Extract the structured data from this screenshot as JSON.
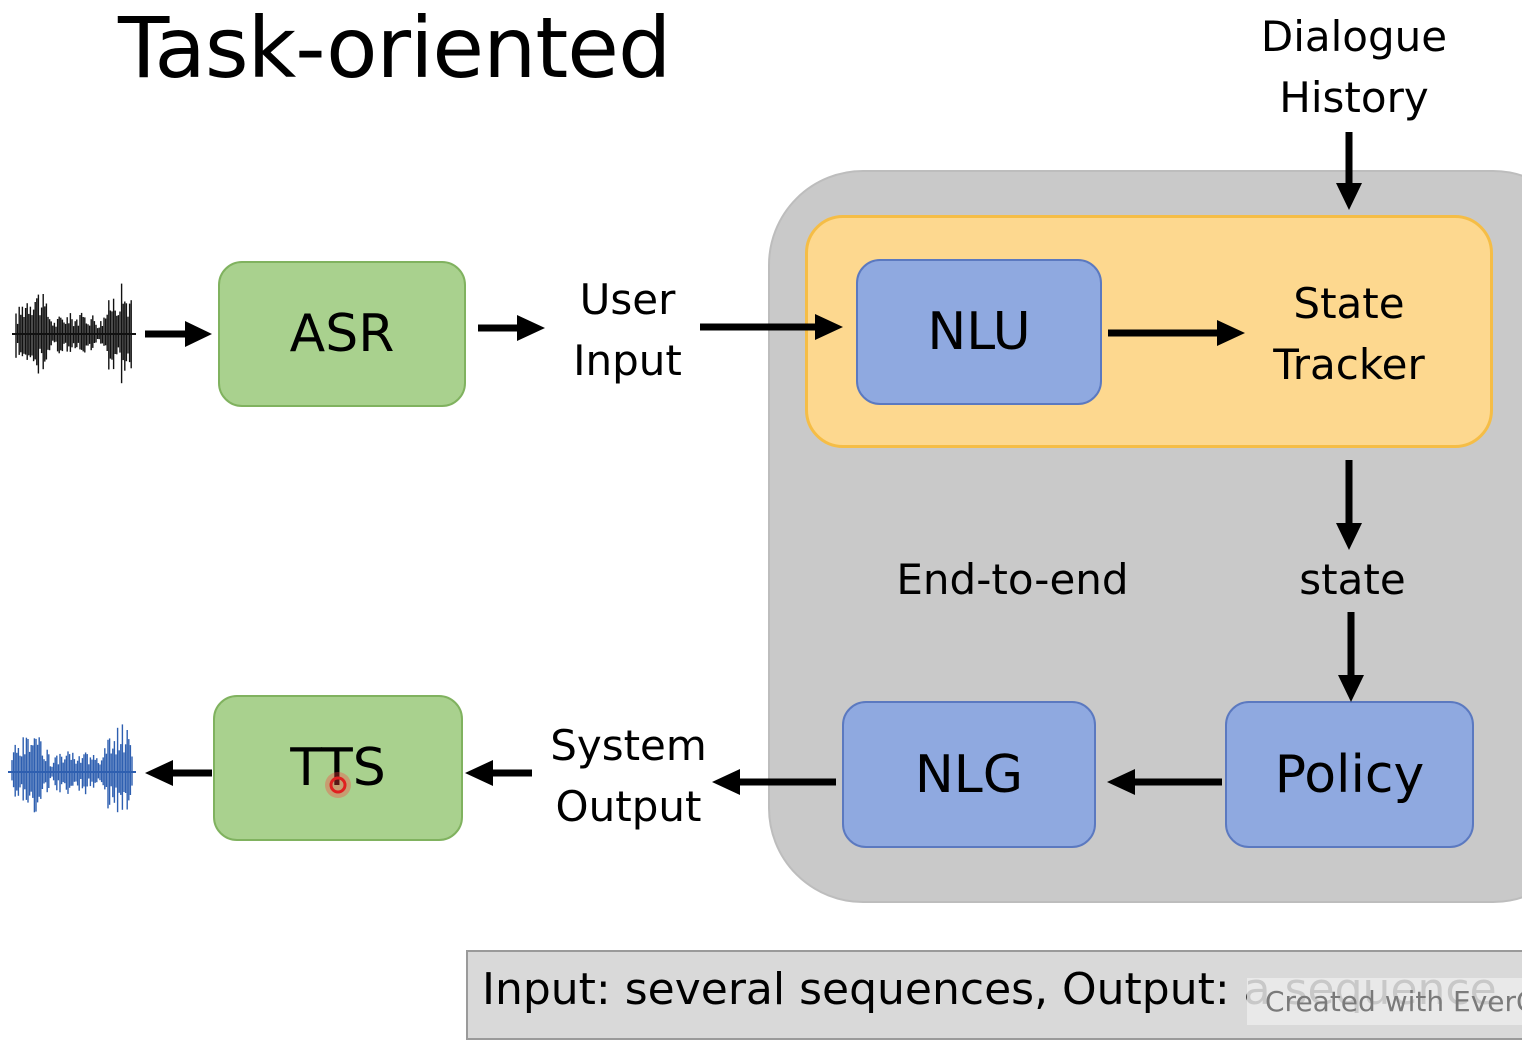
{
  "title": "Task-oriented",
  "dialogue_history": [
    "Dialogue",
    "History"
  ],
  "user_input": [
    "User",
    "Input"
  ],
  "system_output": [
    "System",
    "Output"
  ],
  "state_tracker": [
    "State",
    "Tracker"
  ],
  "end_to_end": "End-to-end",
  "state": "state",
  "boxes": {
    "asr": "ASR",
    "tts": "TTS",
    "nlu": "NLU",
    "nlg": "NLG",
    "policy": "Policy"
  },
  "caption": "Input: several  sequences, Output: a sequence",
  "watermark": "Created with EverCam",
  "colors": {
    "green_box": "#a9d18e",
    "blue_box": "#8fa9e0",
    "tracker_box": "#fdd88f",
    "end_to_end_region": "#c9c9c9",
    "input_wave": "#111111",
    "output_wave": "#2e5fb0"
  },
  "icons": {
    "input_waveform": "audio-waveform-icon",
    "output_waveform": "audio-waveform-icon",
    "cursor": "mouse-cursor-dot-icon"
  }
}
